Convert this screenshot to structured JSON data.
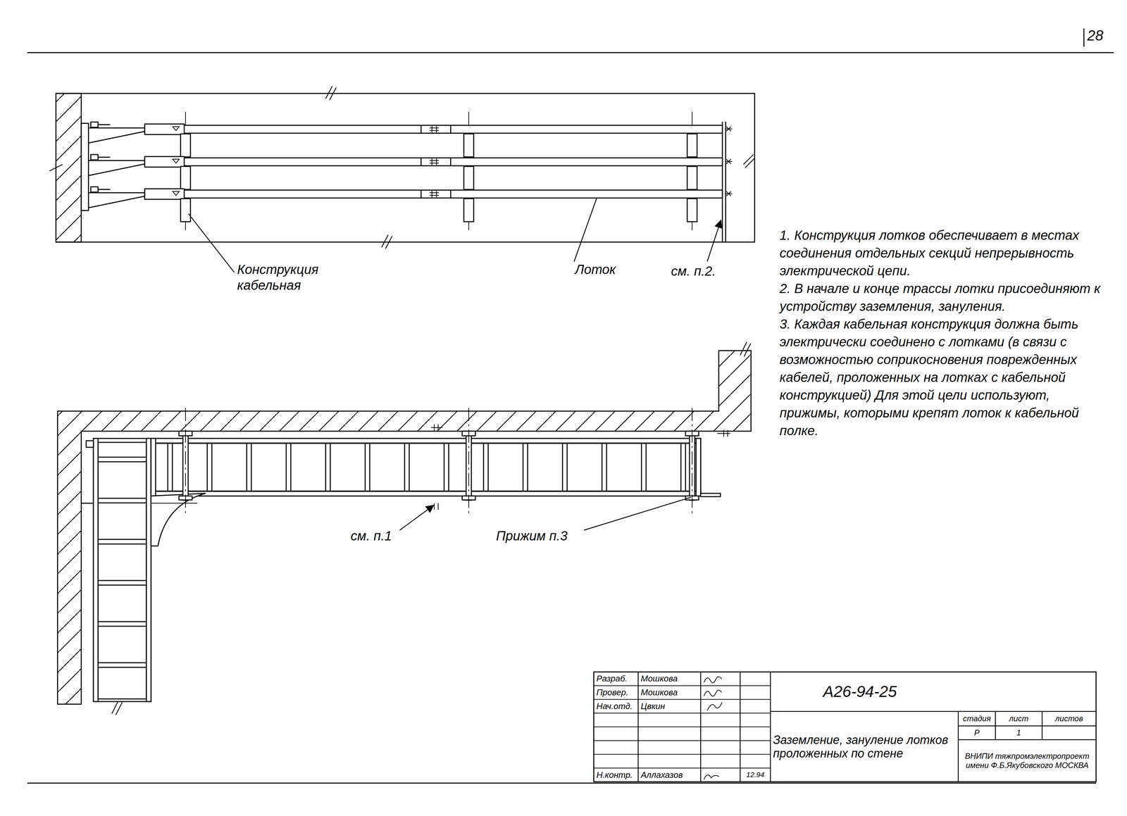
{
  "diagram": {
    "title": "Заземление, зануление лотков проложенных по стене",
    "labels": [
      "28",
      "Конструкция кабельная",
      "Лоток",
      "см. п.2.",
      "1. Конструкция лотков обеспечивает в местах соединения отдельных секций непрерывность электрической цепи.",
      "2. В начале и конце трассы лотки присоединяют к устройству заземления, зануления.",
      "3. Каждая кабельная конструкция должна быть электрически соединено с лотками (в связи с возможностью соприкосновения поврежденных кабелей, проложенных на лотках с кабельной конструкцией) Для этой цели используют, прижимы, которыми крепят лоток к кабельной полке.",
      "см. п.1",
      "Прижим п.3",
      "Разраб.",
      "Мошкова",
      "Провер.",
      "Мошкова",
      "Нач.отд.",
      "Цвкин",
      "Н.контр.",
      "Аллахазов",
      "12.94",
      "А26-94-25",
      "стадия",
      "лист",
      "листов",
      "Р",
      "1",
      "ВНИПИ тяжпромэлектропроект имени Ф.Б.Якубовского МОСКВА"
    ]
  }
}
